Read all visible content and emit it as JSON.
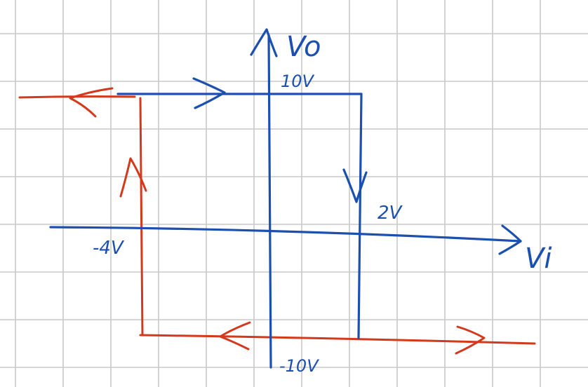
{
  "colors": {
    "grid": "#c9c9c9",
    "background": "#ffffff",
    "blue": "#1b4fb0",
    "red": "#d4391c"
  },
  "labels": {
    "y_axis": "Vo",
    "x_axis": "Vi",
    "v_high": "10V",
    "v_low": "-10V",
    "v_upper_threshold": "2V",
    "v_lower_threshold": "-4V"
  },
  "hysteresis": {
    "output_high": 10,
    "output_low": -10,
    "upper_threshold": 2,
    "lower_threshold": -4
  }
}
